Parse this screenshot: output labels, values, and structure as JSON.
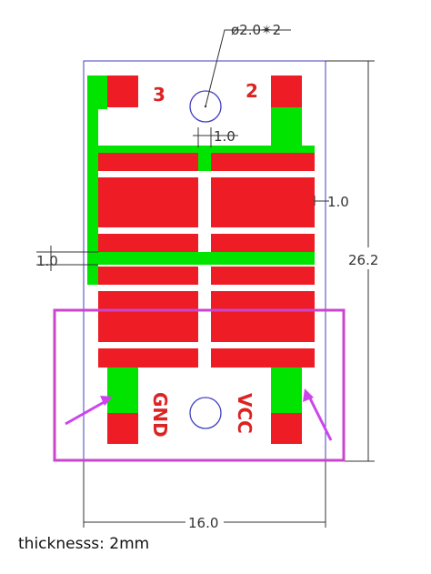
{
  "colors": {
    "copper": "#ee1c25",
    "pad_green": "#00e400",
    "outline": "#4040c0",
    "highlight": "#cc44cc",
    "arrow": "#cc44ee",
    "dimension": "#333333",
    "label": "#dd2222"
  },
  "dimensions": {
    "hole": "ø2.0✴2",
    "gap_top": "1.0",
    "gap_right": "1.0",
    "gap_left": "1.0",
    "height": "26.2",
    "width": "16.0"
  },
  "pins": {
    "pin3": "3",
    "pin2": "2",
    "gnd": "GND",
    "vcc": "VCC"
  },
  "note": "thicknesss: 2mm"
}
